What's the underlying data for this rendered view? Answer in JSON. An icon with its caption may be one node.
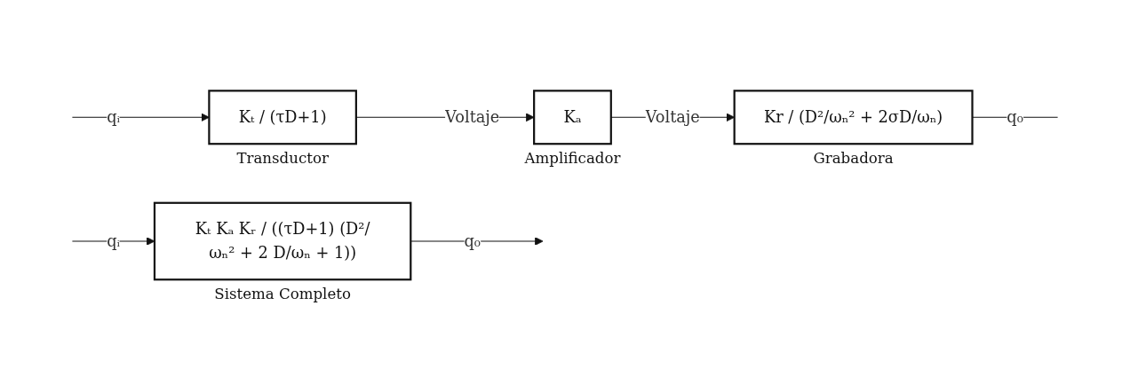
{
  "diagram": {
    "nodes": [
      {
        "text": [
          "Kₜ / (τD+1)"
        ],
        "beside": [
          "Transductor"
        ]
      },
      {
        "text": [
          "Kₐ"
        ],
        "beside": [
          "Amplificador"
        ]
      },
      {
        "text": [
          "Kr / (D²/ωₙ² + 2σD/ωₙ)"
        ],
        "beside": [
          "Grabadora"
        ]
      },
      {
        "text": [
          "Kₜ Kₐ Kᵣ / ((τD+1) (D²/ωₙ² + 2 D/ωₙ + 1))"
        ],
        "beside": [
          "Sistema Completo"
        ]
      }
    ],
    "edges": [
      {
        "from": null,
        "to": 0,
        "arrow": "to",
        "label": "qᵢ"
      },
      {
        "from": 0,
        "to": 1,
        "arrow": "to",
        "label": "Voltaje"
      },
      {
        "from": 1,
        "to": 2,
        "arrow": "to",
        "label": "Voltaje"
      },
      {
        "from": 2,
        "to": null,
        "arrow": "none",
        "label": "q₀"
      },
      {
        "from": null,
        "to": 3,
        "arrow": "to",
        "label": "qᵢ"
      },
      {
        "from": 3,
        "to": null,
        "arrow": "to",
        "label": "q₀"
      }
    ]
  }
}
